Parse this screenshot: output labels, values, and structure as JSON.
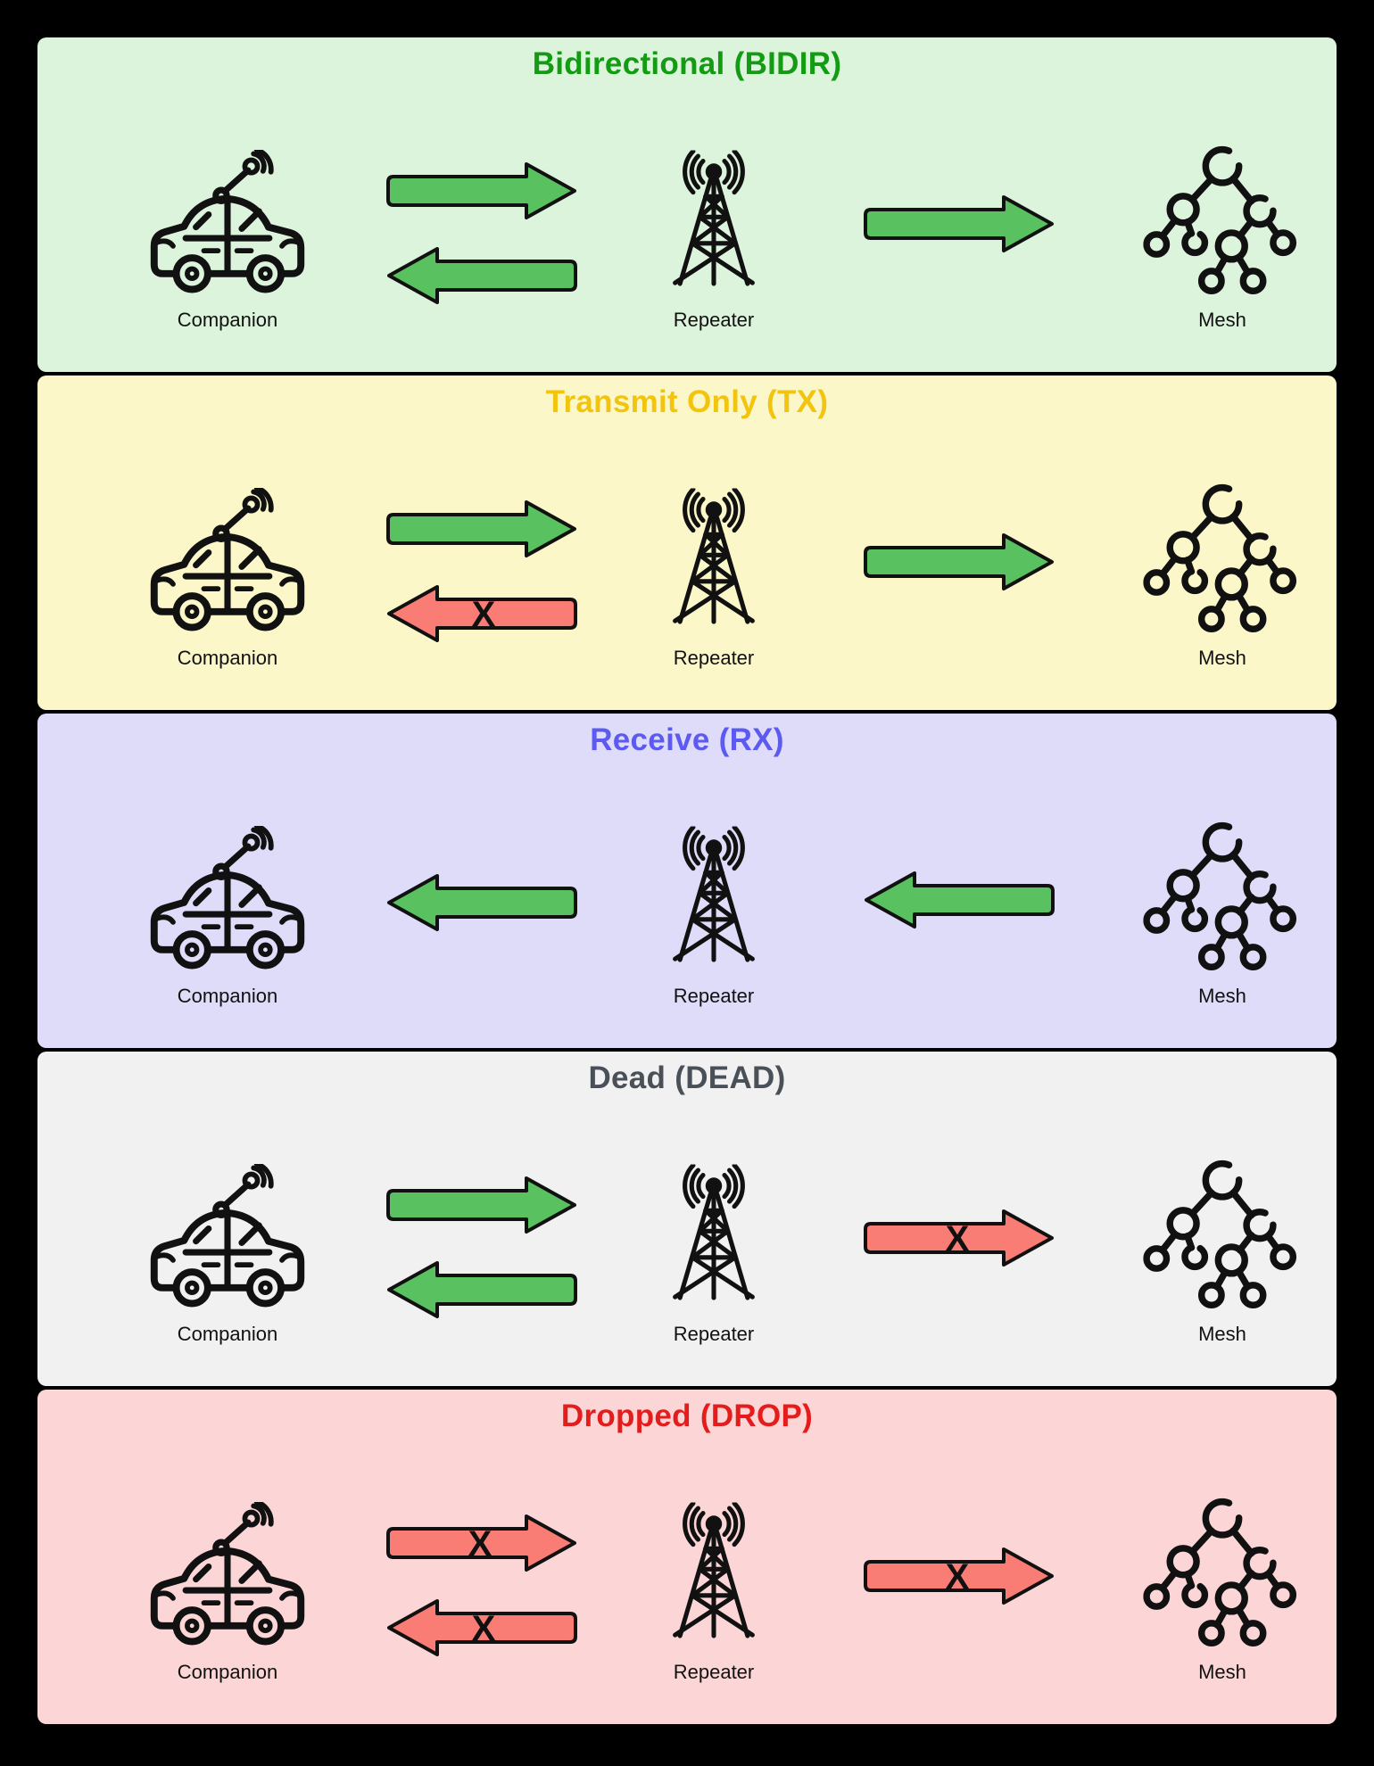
{
  "page": {
    "background": "#000000"
  },
  "node_labels": {
    "companion": "Companion",
    "repeater": "Repeater",
    "mesh": "Mesh"
  },
  "arrow_x_mark": "X",
  "colors": {
    "arrow_ok": "#59c15f",
    "arrow_blocked": "#f97d75",
    "icon_outline": "#111111"
  },
  "panels": [
    {
      "code": "BIDIR",
      "title": "Bidirectional (BIDIR)",
      "title_color": "#149b14",
      "background": "#dcf3dc",
      "links": [
        {
          "from": "companion",
          "to": "repeater",
          "direction": "right",
          "status": "ok"
        },
        {
          "from": "repeater",
          "to": "companion",
          "direction": "left",
          "status": "ok"
        },
        {
          "from": "repeater",
          "to": "mesh",
          "direction": "right",
          "status": "ok"
        }
      ]
    },
    {
      "code": "TX",
      "title": "Transmit Only (TX)",
      "title_color": "#f2c40d",
      "background": "#fbf7c9",
      "links": [
        {
          "from": "companion",
          "to": "repeater",
          "direction": "right",
          "status": "ok"
        },
        {
          "from": "repeater",
          "to": "companion",
          "direction": "left",
          "status": "blocked"
        },
        {
          "from": "repeater",
          "to": "mesh",
          "direction": "right",
          "status": "ok"
        }
      ]
    },
    {
      "code": "RX",
      "title": "Receive (RX)",
      "title_color": "#5c5af0",
      "background": "#dedcf8",
      "links": [
        {
          "from": "repeater",
          "to": "companion",
          "direction": "left",
          "status": "ok"
        },
        {
          "from": "mesh",
          "to": "repeater",
          "direction": "left",
          "status": "ok"
        }
      ]
    },
    {
      "code": "DEAD",
      "title": "Dead (DEAD)",
      "title_color": "#495058",
      "background": "#f1f1f2",
      "links": [
        {
          "from": "companion",
          "to": "repeater",
          "direction": "right",
          "status": "ok"
        },
        {
          "from": "repeater",
          "to": "companion",
          "direction": "left",
          "status": "ok"
        },
        {
          "from": "repeater",
          "to": "mesh",
          "direction": "right",
          "status": "blocked"
        }
      ]
    },
    {
      "code": "DROP",
      "title": "Dropped (DROP)",
      "title_color": "#e41c1c",
      "background": "#fcd6d6",
      "links": [
        {
          "from": "companion",
          "to": "repeater",
          "direction": "right",
          "status": "blocked"
        },
        {
          "from": "repeater",
          "to": "companion",
          "direction": "left",
          "status": "blocked"
        },
        {
          "from": "repeater",
          "to": "mesh",
          "direction": "right",
          "status": "blocked"
        }
      ]
    }
  ]
}
